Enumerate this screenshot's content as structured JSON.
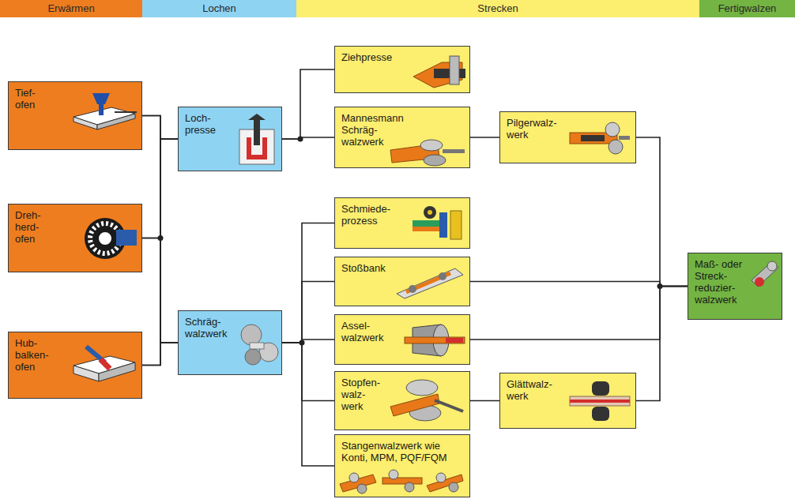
{
  "diagram": {
    "nodes": [
      {
        "text": [
          "Erwärmen"
        ]
      },
      {
        "text": [
          "Lochen"
        ]
      },
      {
        "text": [
          "Strecken"
        ]
      },
      {
        "text": [
          "Fertigwalzen"
        ]
      },
      {
        "text": [
          "Tief- ofen"
        ]
      },
      {
        "text": [
          "Dreh- herd- ofen"
        ]
      },
      {
        "text": [
          "Hub- balken- ofen"
        ]
      },
      {
        "text": [
          "Loch- presse"
        ]
      },
      {
        "text": [
          "Schräg- walzwerk"
        ]
      },
      {
        "text": [
          "Ziehpresse"
        ]
      },
      {
        "text": [
          "Mannesmann Schräg- walzwerk"
        ]
      },
      {
        "text": [
          "Pilgerwalz- werk"
        ]
      },
      {
        "text": [
          "Schmiede- prozess"
        ]
      },
      {
        "text": [
          "Stoßbank"
        ]
      },
      {
        "text": [
          "Assel- walzwerk"
        ]
      },
      {
        "text": [
          "Stopfen- walz- werk"
        ]
      },
      {
        "text": [
          "Glättwalz- werk"
        ]
      },
      {
        "text": [
          "Stangenwalzwerk wie Konti, MPM, PQF/FQM"
        ]
      },
      {
        "text": [
          "Maß- oder Streck- reduzier- walzwerk"
        ]
      }
    ],
    "edges": [
      {
        "from": 4,
        "to": 7,
        "arrow": "none"
      },
      {
        "from": 4,
        "to": 8,
        "arrow": "none"
      },
      {
        "from": 5,
        "to": 7,
        "arrow": "none"
      },
      {
        "from": 5,
        "to": 8,
        "arrow": "none"
      },
      {
        "from": 6,
        "to": 7,
        "arrow": "none"
      },
      {
        "from": 6,
        "to": 8,
        "arrow": "none"
      },
      {
        "from": 7,
        "to": 9,
        "arrow": "none"
      },
      {
        "from": 7,
        "to": 10,
        "arrow": "none"
      },
      {
        "from": 10,
        "to": 11,
        "arrow": "none"
      },
      {
        "from": 8,
        "to": 12,
        "arrow": "none"
      },
      {
        "from": 8,
        "to": 13,
        "arrow": "none"
      },
      {
        "from": 8,
        "to": 14,
        "arrow": "none"
      },
      {
        "from": 8,
        "to": 15,
        "arrow": "none"
      },
      {
        "from": 8,
        "to": 17,
        "arrow": "none"
      },
      {
        "from": 15,
        "to": 16,
        "arrow": "none"
      },
      {
        "from": 11,
        "to": 18,
        "arrow": "none"
      },
      {
        "from": 13,
        "to": 18,
        "arrow": "none"
      },
      {
        "from": 14,
        "to": 18,
        "arrow": "none"
      },
      {
        "from": 16,
        "to": 18,
        "arrow": "none"
      }
    ]
  }
}
